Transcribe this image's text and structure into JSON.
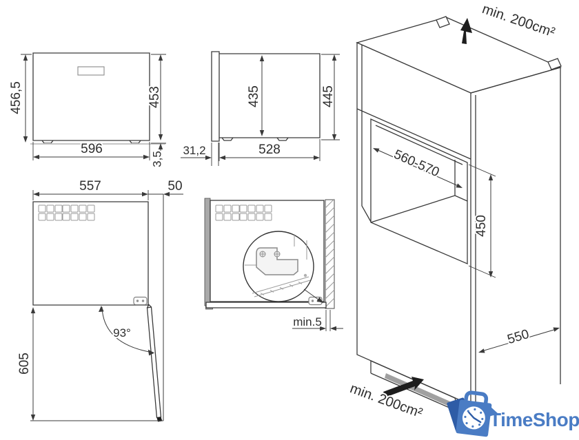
{
  "title": "Built-in appliance installation dimensions diagram",
  "colors": {
    "line": "#3a3a3a",
    "logo_blue": "#4a7cc4",
    "logo_dark_blue": "#2e5ca6"
  },
  "front_view": {
    "width": "596",
    "height_overall": "456,5",
    "height_body": "453",
    "base_height": "3,5"
  },
  "side_view": {
    "front_panel_depth": "31,2",
    "body_depth": "528",
    "height_inner": "435",
    "height_overall": "445"
  },
  "top_view_door_open": {
    "width": "557",
    "side_clearance": "50",
    "depth_door_open": "605",
    "door_opening_angle": "93°"
  },
  "top_view_installed": {
    "side_gap": "min.5"
  },
  "niche_view": {
    "niche_width": "560-570",
    "niche_height": "450",
    "niche_depth": "550",
    "ventilation_top": "min. 200cm²",
    "ventilation_bottom": "min. 200cm²"
  },
  "logo": {
    "text": "TimeShop"
  }
}
